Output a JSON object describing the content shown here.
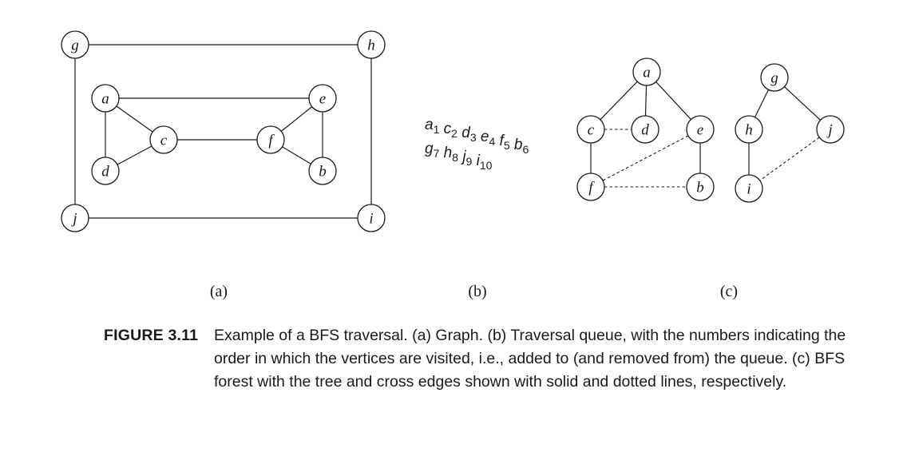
{
  "panels": {
    "a": {
      "label": "(a)"
    },
    "b": {
      "label": "(b)"
    },
    "c": {
      "label": "(c)"
    }
  },
  "graph": {
    "vertices": [
      "g",
      "h",
      "a",
      "e",
      "c",
      "f",
      "d",
      "b",
      "j",
      "i"
    ],
    "edges": [
      [
        "g",
        "h"
      ],
      [
        "g",
        "j"
      ],
      [
        "h",
        "i"
      ],
      [
        "j",
        "i"
      ],
      [
        "a",
        "e"
      ],
      [
        "a",
        "c"
      ],
      [
        "a",
        "d"
      ],
      [
        "c",
        "d"
      ],
      [
        "c",
        "f"
      ],
      [
        "e",
        "f"
      ],
      [
        "e",
        "b"
      ],
      [
        "f",
        "b"
      ]
    ]
  },
  "queue": {
    "line1": [
      {
        "v": "a",
        "n": "1"
      },
      {
        "v": "c",
        "n": "2"
      },
      {
        "v": "d",
        "n": "3"
      },
      {
        "v": "e",
        "n": "4"
      },
      {
        "v": "f",
        "n": "5"
      },
      {
        "v": "b",
        "n": "6"
      }
    ],
    "line2": [
      {
        "v": "g",
        "n": "7"
      },
      {
        "v": "h",
        "n": "8"
      },
      {
        "v": "j",
        "n": "9"
      },
      {
        "v": "i",
        "n": "10"
      }
    ]
  },
  "forest": {
    "vertices": [
      "a",
      "c",
      "d",
      "e",
      "f",
      "b",
      "g",
      "h",
      "j",
      "i"
    ],
    "tree_edges": [
      [
        "a",
        "c"
      ],
      [
        "a",
        "d"
      ],
      [
        "a",
        "e"
      ],
      [
        "c",
        "f"
      ],
      [
        "e",
        "b"
      ],
      [
        "g",
        "h"
      ],
      [
        "g",
        "j"
      ],
      [
        "h",
        "i"
      ]
    ],
    "cross_edges": [
      [
        "c",
        "d"
      ],
      [
        "e",
        "f"
      ],
      [
        "f",
        "b"
      ],
      [
        "j",
        "i"
      ]
    ]
  },
  "caption": {
    "id": "FIGURE 3.11",
    "text": "Example of a BFS traversal. (a) Graph. (b) Traversal queue, with the numbers indicating the order in which the vertices are visited, i.e., added to (and removed from) the queue. (c) BFS forest with the tree and cross edges shown with solid and dotted lines, respectively."
  }
}
